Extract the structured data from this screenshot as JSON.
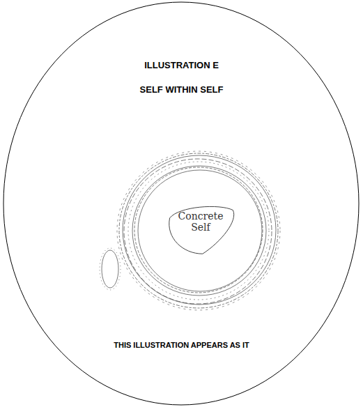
{
  "diagram": {
    "title": "ILLUSTRATION E",
    "caption": "THIS ILLUSTRATION APPEARS AS IT",
    "nodes": [
      {
        "text": [
          "Concrete Self"
        ]
      }
    ],
    "labels": [
      "SELF WITHIN SELF"
    ]
  }
}
